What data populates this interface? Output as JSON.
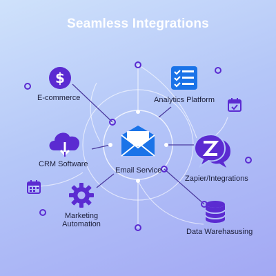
{
  "title": "Seamless Integrations",
  "hub": {
    "label": "Email Service",
    "icon": "envelope-icon"
  },
  "nodes": [
    {
      "id": "ecommerce",
      "label": "E-commerce",
      "icon": "dollar-circle-icon"
    },
    {
      "id": "analytics",
      "label": "Analytics Platform",
      "icon": "checklist-icon"
    },
    {
      "id": "crm",
      "label": "CRM Software",
      "icon": "cloud-download-icon"
    },
    {
      "id": "zapier",
      "label": "Zapier/Integrations",
      "icon": "chat-bubbles-z-icon"
    },
    {
      "id": "marketing",
      "label": "Marketing\nAutomation",
      "icon": "gear-icon"
    },
    {
      "id": "datawarehouse",
      "label": "Data Warehasusing",
      "icon": "database-icon"
    }
  ],
  "colors": {
    "primary": "#5b2bd1",
    "hub": "#1a73e8",
    "lines": "#ffffff",
    "connector": "#4b3a9e"
  }
}
